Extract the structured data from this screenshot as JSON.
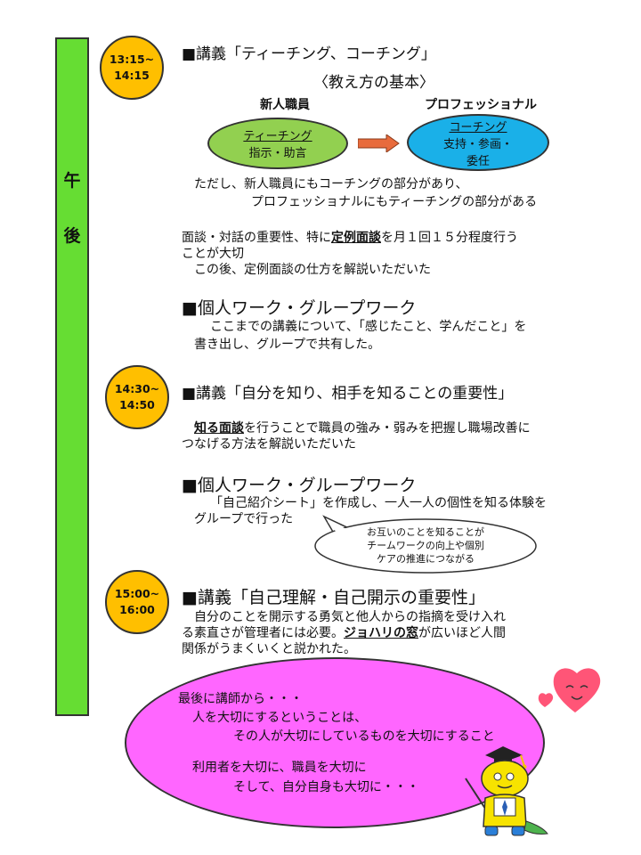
{
  "sidebar": {
    "label_1": "午",
    "label_2": "後"
  },
  "sessions": [
    {
      "time_start": "13:15~",
      "time_end": "14:15",
      "title": "■講義「ティーチング、コーチング」",
      "subtitle": "〈教え方の基本〉",
      "diagram": {
        "left_header": "新人職員",
        "right_header": "プロフェッショナル",
        "left_main": "ティーチング",
        "left_sub": "指示・助言",
        "right_main": "コーチング",
        "right_sub_1": "支持・参画・",
        "right_sub_2": "委任",
        "left_color": "#92d050",
        "right_color": "#1ab0e8",
        "arrow_color": "#e86b3c"
      },
      "note_line_1": "ただし、新人職員にもコーチングの部分があり、",
      "note_line_2": "プロフェッショナルにもティーチングの部分がある",
      "para_1a": "面談・対話の重要性、特に",
      "para_1_emph": "定例面談",
      "para_1b": "を月１回１５分程度行う",
      "para_2": "ことが大切",
      "para_3": "この後、定例面談の仕方を解説いただいた",
      "work_title": "■個人ワーク・グループワーク",
      "work_line_1": "ここまでの講義について、「感じたこと、学んだこと」を",
      "work_line_2": "書き出し、グループで共有した。"
    },
    {
      "time_start": "14:30~",
      "time_end": "14:50",
      "title": "■講義「自分を知り、相手を知ることの重要性」",
      "para_emph": "知る面談",
      "para_1b": "を行うことで職員の強み・弱みを把握し職場改善に",
      "para_2": "つなげる方法を解説いただいた",
      "work_title": "■個人ワーク・グループワーク",
      "work_line_1": "「自己紹介シート」を作成し、一人一人の個性を知る体験を",
      "work_line_2": "グループで行った",
      "bubble_1": "お互いのことを知ることが",
      "bubble_2": "チームワークの向上や個別",
      "bubble_3": "ケアの推進につながる"
    },
    {
      "time_start": "15:00~",
      "time_end": "16:00",
      "title": "■講義「自己理解・自己開示の重要性」",
      "line_1": "自分のことを開示する勇気と他人からの指摘を受け入れ",
      "line_2a": "る素直さが管理者には必要。",
      "line_2_emph": "ジョハリの窓",
      "line_2b": "が広いほど人間",
      "line_3": "関係がうまくいくと説かれた。"
    }
  ],
  "closing": {
    "line_1": "最後に講師から・・・",
    "line_2": "人を大切にするということは、",
    "line_3": "その人が大切にしているものを大切にすること",
    "line_4": "利用者を大切に、職員を大切に",
    "line_5": "そして、自分自身も大切に・・・",
    "bg_color": "#ff66ff"
  }
}
